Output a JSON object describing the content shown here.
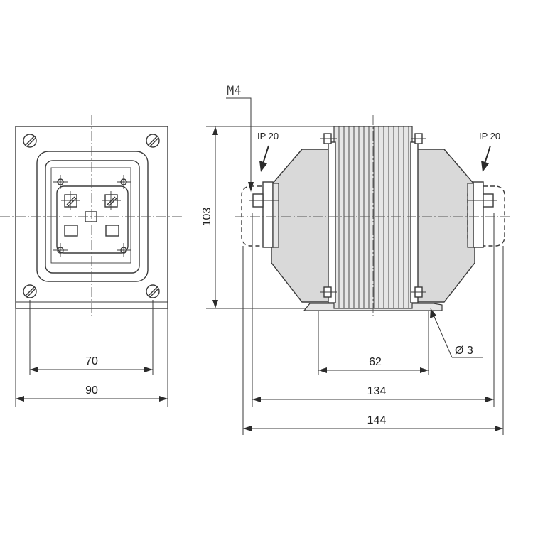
{
  "labels": {
    "thread": "M4",
    "ip_left": "IP 20",
    "ip_right": "IP 20",
    "height": "103",
    "hole": "Ø 3"
  },
  "dimensions": {
    "front_inner": "70",
    "front_outer": "90",
    "side_base": "62",
    "side_terminals": "134",
    "side_overall": "144"
  }
}
